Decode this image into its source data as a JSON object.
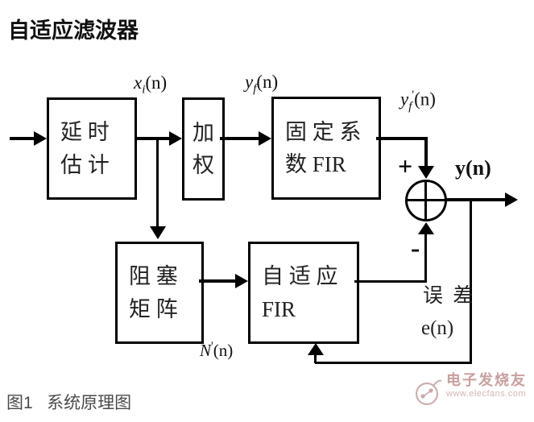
{
  "title": "自适应滤波器",
  "caption": "图1   系统原理图",
  "boxes": {
    "delay": {
      "line1": "延 时",
      "line2": "估 计"
    },
    "weight": {
      "line1": "加",
      "line2": "权"
    },
    "fixed_fir": {
      "line1": "固 定 系",
      "line2": "数 FIR"
    },
    "blocking": {
      "line1": "阻 塞",
      "line2": "矩 阵"
    },
    "adaptive_fir": {
      "line1": "自 适 应",
      "line2": "FIR"
    }
  },
  "labels": {
    "xi": {
      "base": "x",
      "sub": "i",
      "rest": "(n)"
    },
    "yf": {
      "base": "y",
      "sub": "f",
      "rest": "(n)"
    },
    "yf_prime": {
      "base": "y",
      "sub": "f",
      "prime": "'",
      "rest": "(n)"
    },
    "y_output": "y(n)",
    "plus": "+",
    "minus": "-",
    "n_prime": {
      "base": "N",
      "prime": "'",
      "rest": "(n)"
    },
    "error_cn": "误 差",
    "error_signal": "e(n)"
  },
  "watermark": {
    "brand": "电子发烧友",
    "url": "www.elecfans.com",
    "color": "#c99f9f"
  },
  "colors": {
    "line": "#000000",
    "caption_text": "#4a4a4a",
    "background": "#ffffff"
  }
}
